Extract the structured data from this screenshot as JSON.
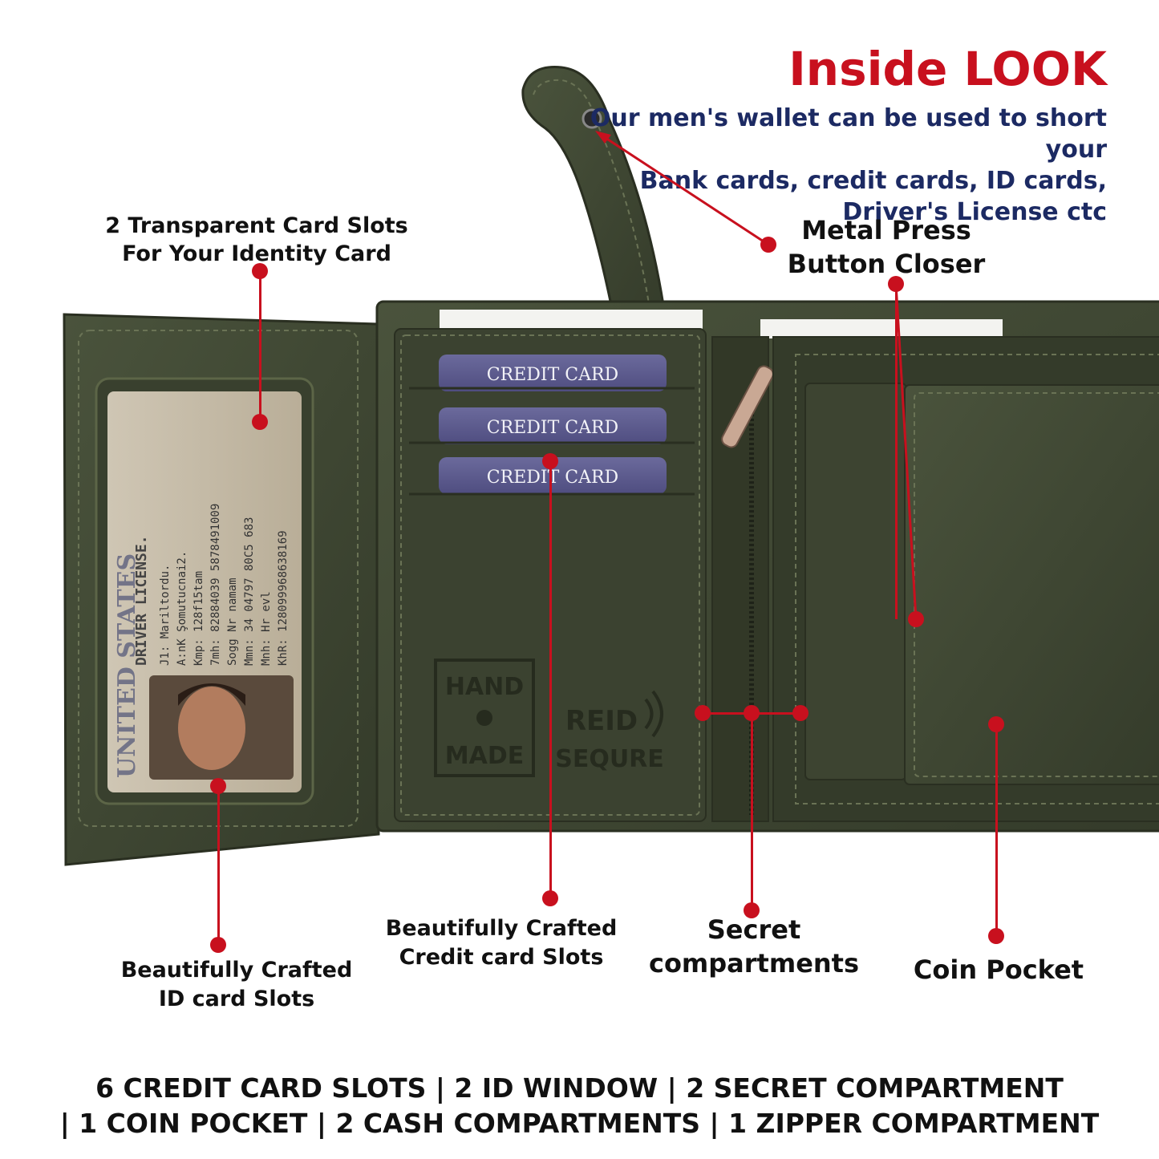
{
  "header": {
    "title": "Inside LOOK",
    "subtitle_lines": [
      "Our men's wallet can be used to short your",
      "Bank cards, credit cards, ID cards,",
      "Driver's License ctc"
    ]
  },
  "callouts": {
    "transparent_slots": [
      "2 Transparent Card Slots",
      "For Your Identity Card"
    ],
    "metal_button": [
      "Metal Press",
      "Button Closer"
    ],
    "id_slots": [
      "Beautifully Crafted",
      "ID card Slots"
    ],
    "credit_slots": [
      "Beautifully Crafted",
      "Credit card Slots"
    ],
    "secret": [
      "Secret",
      "compartments"
    ],
    "coin": [
      "Coin Pocket"
    ]
  },
  "wallet": {
    "cards": [
      "CREDIT CARD",
      "CREDIT CARD",
      "CREDIT CARD"
    ],
    "emboss_hand": [
      "HAND",
      "MADE"
    ],
    "emboss_rfid": [
      "REID",
      "SEQURE"
    ],
    "license_heading": "DRIVER LICENSE.",
    "license_country": "UNITED STATES",
    "license_lines": [
      "J1:  Mariltordu.",
      "A:nK  Şomutucnai2.",
      "Kmp:  128f15tam",
      "7mh:  82884039  5878491009",
      "Sogg  Nr  namam",
      "Mmn:  34 04797  80C5 683",
      "Mnh:  Hr  evl",
      "KhR:  128099968638169"
    ]
  },
  "footer": {
    "line1": "6 CREDIT CARD SLOTS | 2 ID WINDOW | 2 SECRET COMPARTMENT",
    "line2": "| 1 COIN POCKET | 2 CASH COMPARTMENTS | 1 ZIPPER COMPARTMENT"
  },
  "colors": {
    "accent_red": "#c8101e",
    "subtitle_navy": "#1c2a63",
    "leather": "#3f4733",
    "card_purple": "#5d5b8e"
  }
}
